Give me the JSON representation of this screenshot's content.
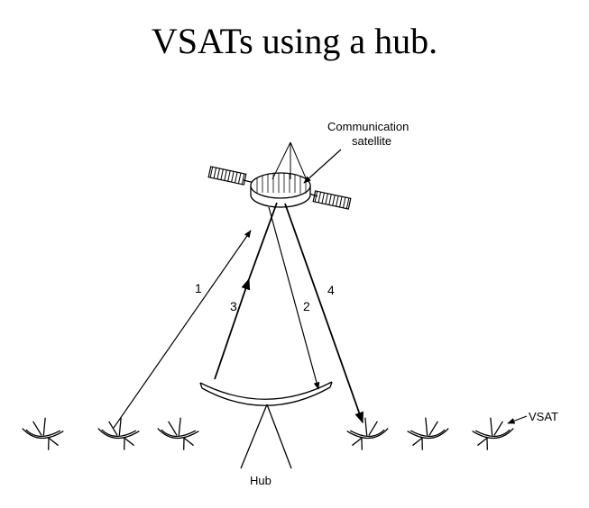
{
  "title": "VSATs using a hub.",
  "labels": {
    "satellite_line1": "Communication",
    "satellite_line2": "satellite",
    "vsat": "VSAT",
    "hub": "Hub"
  },
  "links": [
    {
      "number": "1"
    },
    {
      "number": "2"
    },
    {
      "number": "3"
    },
    {
      "number": "4"
    }
  ],
  "colors": {
    "line": "#000000",
    "background": "#ffffff"
  }
}
